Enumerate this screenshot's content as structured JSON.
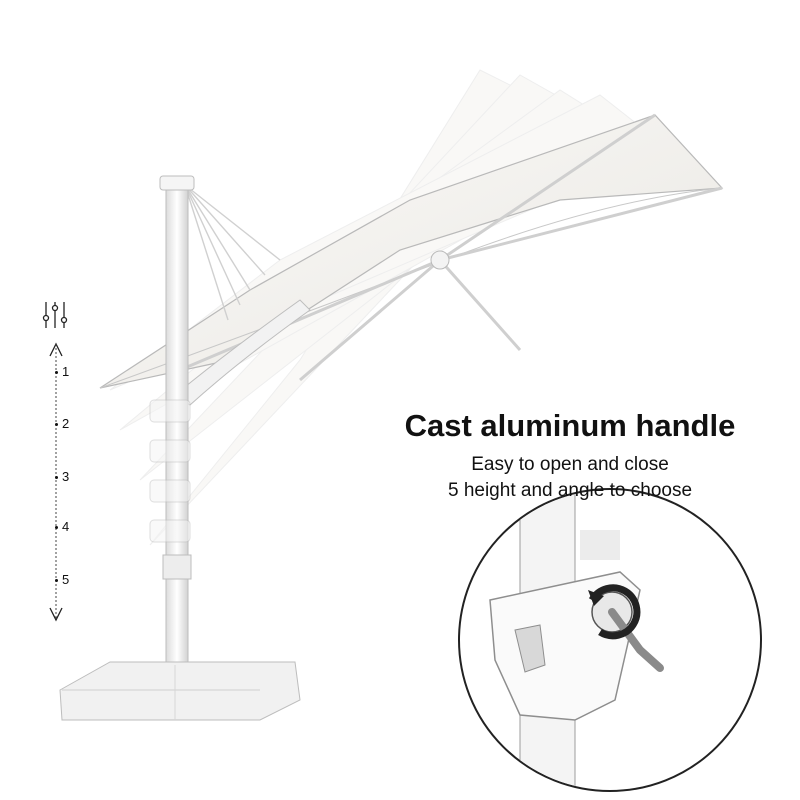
{
  "product": {
    "headline": "Cast aluminum handle",
    "subline_1": "Easy to open and close",
    "subline_2": "5 height and angle to choose"
  },
  "height_scale": {
    "icon": "adjust-sliders-icon",
    "levels": [
      "1",
      "2",
      "3",
      "4",
      "5"
    ]
  },
  "colors": {
    "canopy": "#f1efeb",
    "pole": "#f7f7f7",
    "outline": "#b9b9b9",
    "text": "#111111"
  },
  "icons": {
    "top": "arrow-up-icon",
    "bottom": "arrow-down-icon",
    "handle_detail": "crank-handle-icon",
    "rotation": "rotate-arrow-icon"
  }
}
